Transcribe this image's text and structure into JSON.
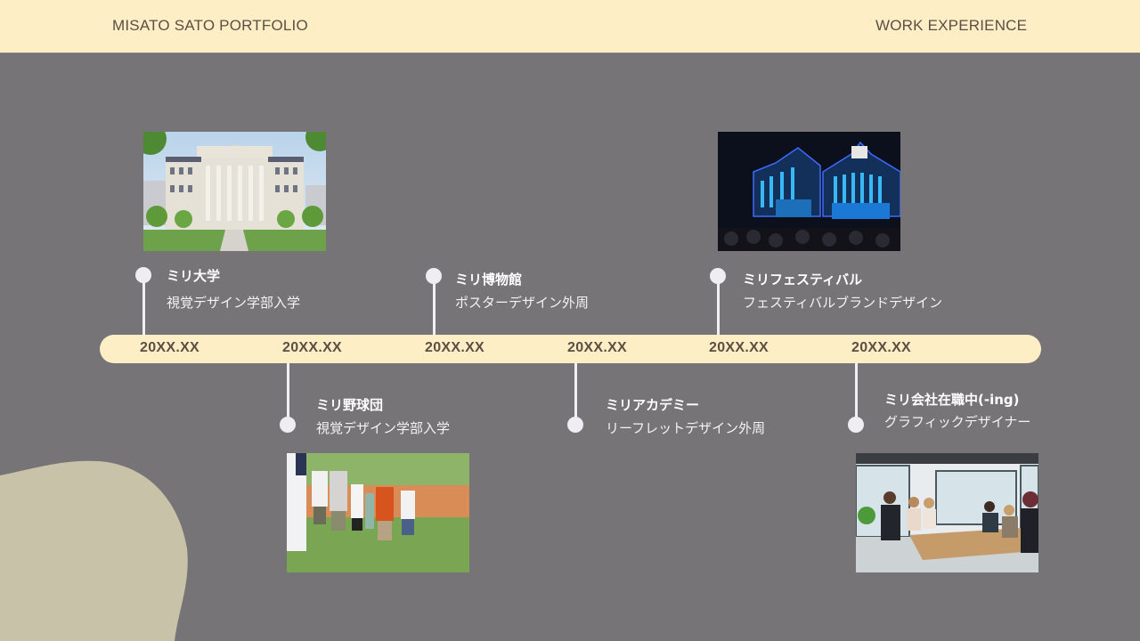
{
  "header": {
    "left_title": "MISATO SATO PORTFOLIO",
    "right_title": "WORK EXPERIENCE"
  },
  "colors": {
    "background": "#767476",
    "header_bg": "#fdeec6",
    "timeline_bar": "#fdeec6",
    "date_text": "#5b4f44",
    "dot": "#efedf2",
    "blob": "#c8c2a8"
  },
  "timeline": {
    "dates": [
      "20XX.XX",
      "20XX.XX",
      "20XX.XX",
      "20XX.XX",
      "20XX.XX",
      "20XX.XX"
    ],
    "entries": [
      {
        "title": "ミリ大学",
        "subtitle": "視覚デザイン学部入学",
        "position": "above",
        "image": "university-building-photo"
      },
      {
        "title": "ミリ野球団",
        "subtitle": "視覚デザイン学部入学",
        "position": "below",
        "image": "kids-baseball-field-photo"
      },
      {
        "title": "ミリ博物館",
        "subtitle": "ポスターデザイン外周",
        "position": "above",
        "image": null
      },
      {
        "title": "ミリアカデミー",
        "subtitle": "リーフレットデザイン外周",
        "position": "below",
        "image": null
      },
      {
        "title": "ミリフェスティバル",
        "subtitle": "フェスティバルブランドデザイン",
        "position": "above",
        "image": "festival-stage-photo"
      },
      {
        "title": "ミリ会社在職中(-ing)",
        "subtitle": "グラフィックデザイナー",
        "position": "below",
        "image": "office-meeting-photo"
      }
    ]
  }
}
